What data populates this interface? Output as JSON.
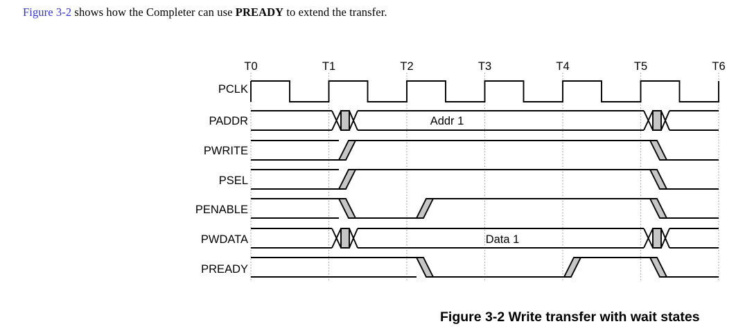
{
  "intro": {
    "link_text": "Figure 3-2",
    "text_after": " shows how the Completer can use ",
    "bold_text": "PREADY",
    "text_end": " to extend the transfer."
  },
  "caption": "Figure 3-2 Write transfer with wait states",
  "diagram": {
    "title": "Write transfer with wait states",
    "time_markers": [
      "T0",
      "T1",
      "T2",
      "T3",
      "T4",
      "T5",
      "T6"
    ],
    "signals": [
      {
        "name": "PCLK",
        "label": "PCLK",
        "type": "clock"
      },
      {
        "name": "PADDR",
        "label": "PADDR",
        "type": "bus",
        "value": "Addr 1"
      },
      {
        "name": "PWRITE",
        "label": "PWRITE",
        "type": "level"
      },
      {
        "name": "PSEL",
        "label": "PSEL",
        "type": "level"
      },
      {
        "name": "PENABLE",
        "label": "PENABLE",
        "type": "level"
      },
      {
        "name": "PWDATA",
        "label": "PWDATA",
        "type": "bus",
        "value": "Data 1"
      },
      {
        "name": "PREADY",
        "label": "PREADY",
        "type": "level"
      }
    ],
    "bus_values": {
      "paddr": "Addr 1",
      "pwdata": "Data 1"
    },
    "colors": {
      "link": "#3333cc",
      "wave_stroke": "#000000",
      "transition_fill": "#c6c6c6",
      "gridline": "#9a9a9a",
      "background": "#ffffff"
    },
    "waveform_description": {
      "PCLK": "square wave, rises at each Tn, falls at mid-cycle; 6 cycles T0-T6",
      "PADDR": "bus transition to Addr 1 just after T1, held through T5, transitions again at T5",
      "PWRITE": "low until just after T1, high until T5, then low",
      "PSEL": "low until just after T1, high until T5, then low",
      "PENABLE": "high (undriven) until just after T1, low through T2, high from just after T2 until T5, then low",
      "PWDATA": "bus transition to Data 1 just after T1, held through T5, transitions again at T5",
      "PREADY": "high (undriven) until just after T2, low through T3-T4, high from T4 until T5, then low"
    }
  }
}
